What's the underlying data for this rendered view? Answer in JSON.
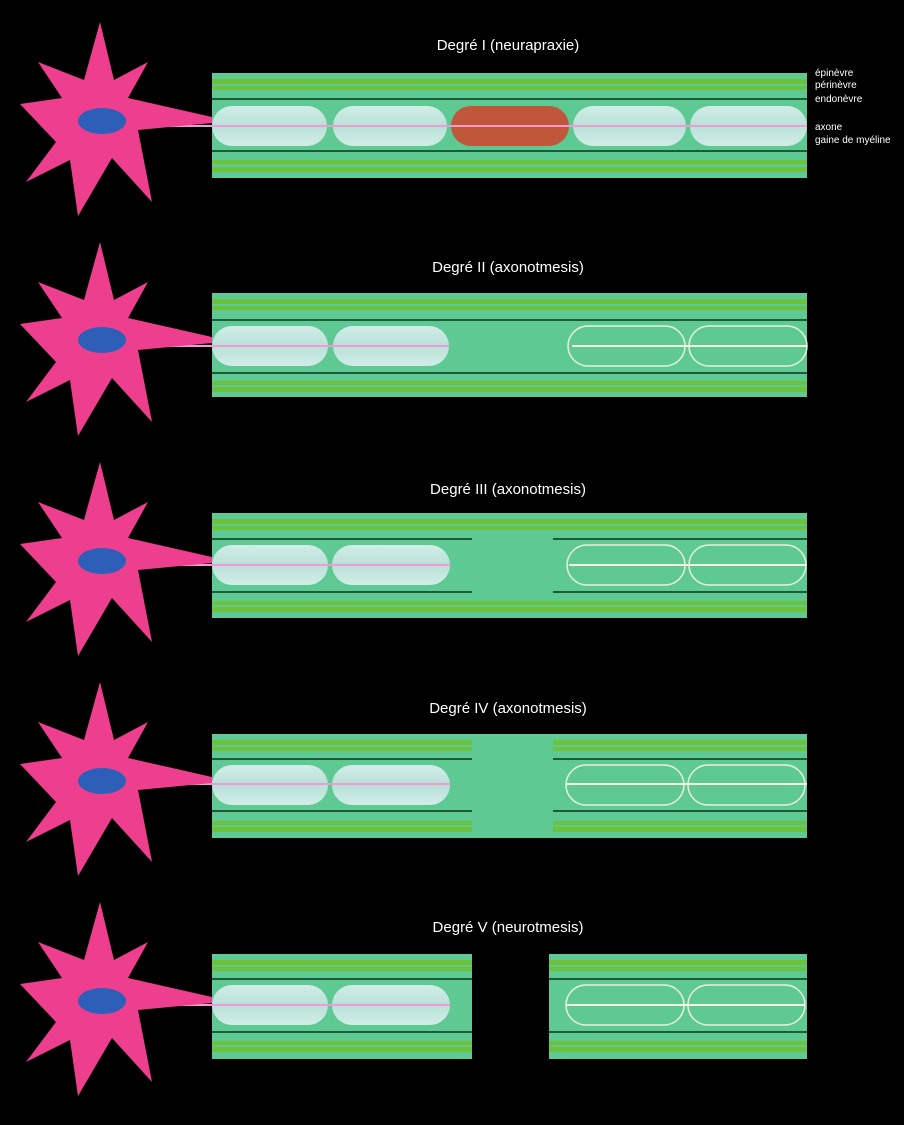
{
  "colors": {
    "background": "#000000",
    "neuron": "#ee3f8f",
    "nucleus": "#2e5fb8",
    "nerve": "#5fc993",
    "epineurium": "#6cc23a",
    "endoneurium": "#1c5a38",
    "axon": "#f29ad6",
    "myelin": "#c2e6df",
    "lesion": "#c0573b",
    "degenerated_axon": "#f4f7e0"
  },
  "labels": {
    "epineurium": "épinèvre",
    "perineurium": "périnèvre",
    "endoneurium": "endonèvre",
    "axon": "axone",
    "myelin": "gaine de myéline"
  },
  "panels": [
    {
      "id": "degree-1",
      "title": "Degré I (neurapraxie)",
      "injury": "focal demyelination"
    },
    {
      "id": "degree-2",
      "title": "Degré II (axonotmesis)",
      "injury": "axon interrupted"
    },
    {
      "id": "degree-3",
      "title": "Degré III (axonotmesis)",
      "injury": "axon and endoneurium interrupted"
    },
    {
      "id": "degree-4",
      "title": "Degré IV (axonotmesis)",
      "injury": "axon, endoneurium and perineurium interrupted"
    },
    {
      "id": "degree-5",
      "title": "Degré V (neurotmesis)",
      "injury": "complete transection"
    }
  ]
}
